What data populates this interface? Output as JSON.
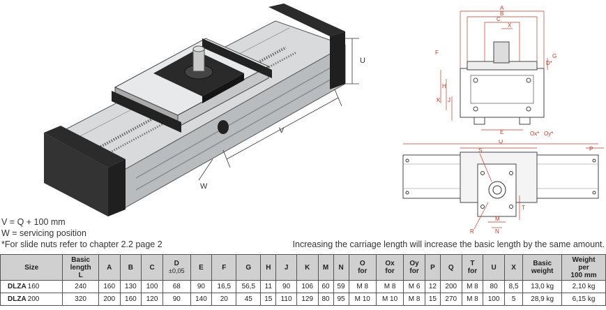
{
  "notes": {
    "line1": "V = Q + 100 mm",
    "line2": "W = servicing position",
    "line3": "*For slide nuts refer to chapter 2.2 page 2",
    "right": "Increasing the carriage length will increase the basic length by the same amount."
  },
  "iso_labels": {
    "u": "U",
    "v": "V",
    "w": "W"
  },
  "front_labels": {
    "a": "A",
    "b": "B",
    "c": "C",
    "x": "X",
    "f": "F",
    "g": "G",
    "d": "D*",
    "h": "H",
    "k": "K",
    "j": "J",
    "e": "E",
    "ox": "Ox*",
    "oy": "Oy*"
  },
  "top_labels": {
    "q": "Q",
    "p": "P",
    "s": "S",
    "r": "R",
    "m": "M",
    "n": "N",
    "t": "T"
  },
  "table": {
    "headers": [
      [
        "Size"
      ],
      [
        "Basic",
        "length",
        "L"
      ],
      [
        "A"
      ],
      [
        "B"
      ],
      [
        "C"
      ],
      [
        "D",
        "±0,05"
      ],
      [
        "E"
      ],
      [
        "F"
      ],
      [
        "G"
      ],
      [
        "H"
      ],
      [
        "J"
      ],
      [
        "K"
      ],
      [
        "M"
      ],
      [
        "N"
      ],
      [
        "O",
        "for"
      ],
      [
        "Ox",
        "for"
      ],
      [
        "Oy",
        "for"
      ],
      [
        "P"
      ],
      [
        "Q"
      ],
      [
        "T",
        "for"
      ],
      [
        "U"
      ],
      [
        "X"
      ],
      [
        "Basic",
        "weight"
      ],
      [
        "Weight",
        "per",
        "100 mm"
      ]
    ],
    "rows": [
      {
        "model": "DLZA",
        "size": "160",
        "cells": [
          "240",
          "160",
          "130",
          "100",
          "68",
          "90",
          "16,5",
          "56,5",
          "11",
          "90",
          "106",
          "60",
          "59",
          "M 8",
          "M 8",
          "M 6",
          "12",
          "200",
          "M 8",
          "80",
          "8,5",
          "13,0 kg",
          "2,10 kg"
        ]
      },
      {
        "model": "DLZA",
        "size": "200",
        "cells": [
          "320",
          "200",
          "160",
          "120",
          "90",
          "140",
          "20",
          "45",
          "15",
          "110",
          "129",
          "80",
          "95",
          "M 10",
          "M 10",
          "M 8",
          "15",
          "270",
          "M 8",
          "100",
          "5",
          "28,9 kg",
          "6,15 kg"
        ]
      }
    ]
  }
}
